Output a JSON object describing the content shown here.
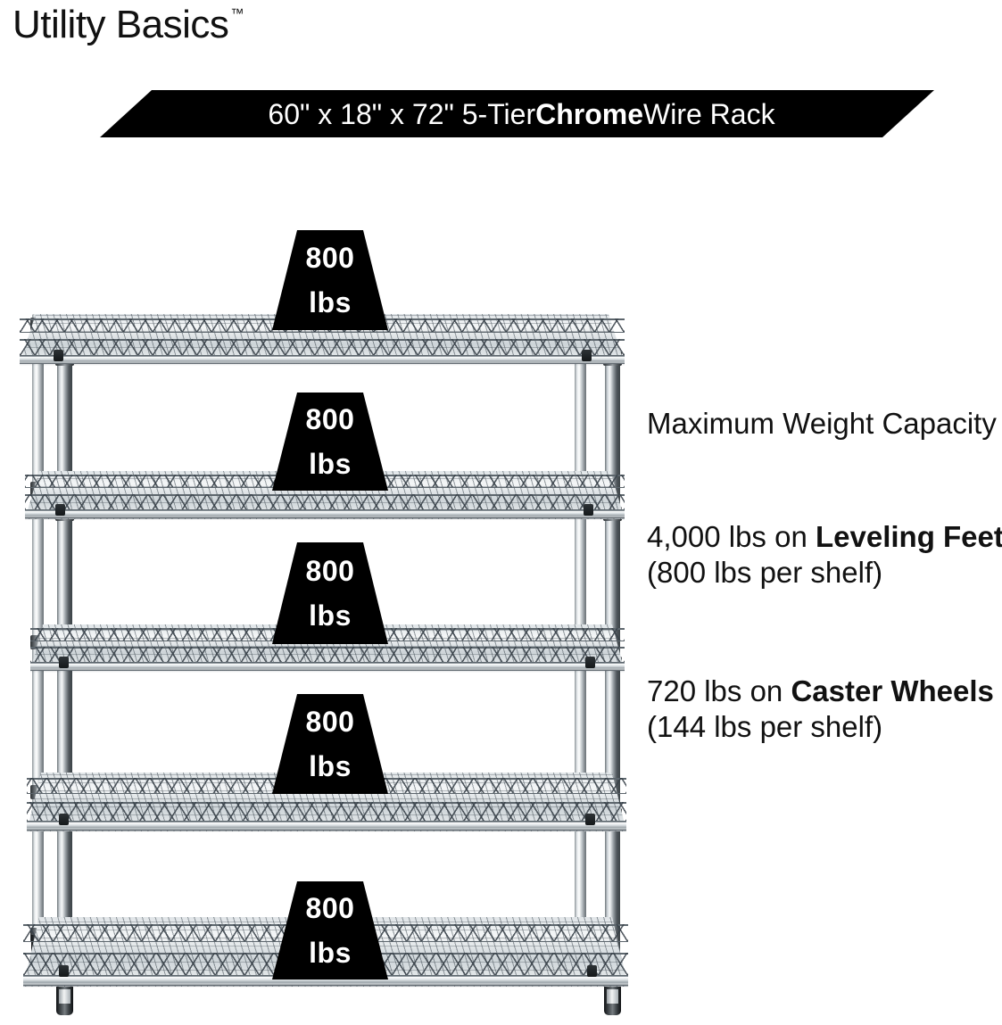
{
  "brand": {
    "name": "Utility Basics",
    "trademark": "™"
  },
  "banner": {
    "text_before": "60\" x 18\" x 72\" 5-Tier ",
    "highlight": "Chrome",
    "text_after": " Wire Rack",
    "full_text": "60\" x 18\" x 72\" 5-Tier Chrome Wire Rack",
    "background_color": "#000000",
    "text_color": "#ffffff"
  },
  "product": {
    "dimensions": "60\" x 18\" x 72\"",
    "tiers": "5-Tier",
    "finish": "Chrome",
    "type": "Wire Rack"
  },
  "callouts": {
    "heading": "Maximum Weight Capacity",
    "items": [
      {
        "value": "4,000 lbs",
        "lead": "4,000 lbs on ",
        "emphasis": "Leveling Feet",
        "detail": " (800 lbs per shelf)",
        "per_shelf": "800 lbs per shelf",
        "mount": "Leveling Feet"
      },
      {
        "value": "720 lbs",
        "lead": "720 lbs on ",
        "emphasis": "Caster Wheels",
        "detail": " (144 lbs per shelf)",
        "per_shelf": "144 lbs per shelf",
        "mount": "Caster Wheels"
      }
    ]
  },
  "shelf_badges": [
    {
      "number": "800",
      "unit": "lbs"
    },
    {
      "number": "800",
      "unit": "lbs"
    },
    {
      "number": "800",
      "unit": "lbs"
    },
    {
      "number": "800",
      "unit": "lbs"
    },
    {
      "number": "800",
      "unit": "lbs"
    }
  ],
  "colors": {
    "background": "#ffffff",
    "ink": "#111111",
    "badge_fill": "#000000",
    "badge_text": "#ffffff",
    "chrome_light": "#f4f6f7",
    "chrome_mid": "#cdd4d8",
    "chrome_dark": "#6f777d"
  }
}
